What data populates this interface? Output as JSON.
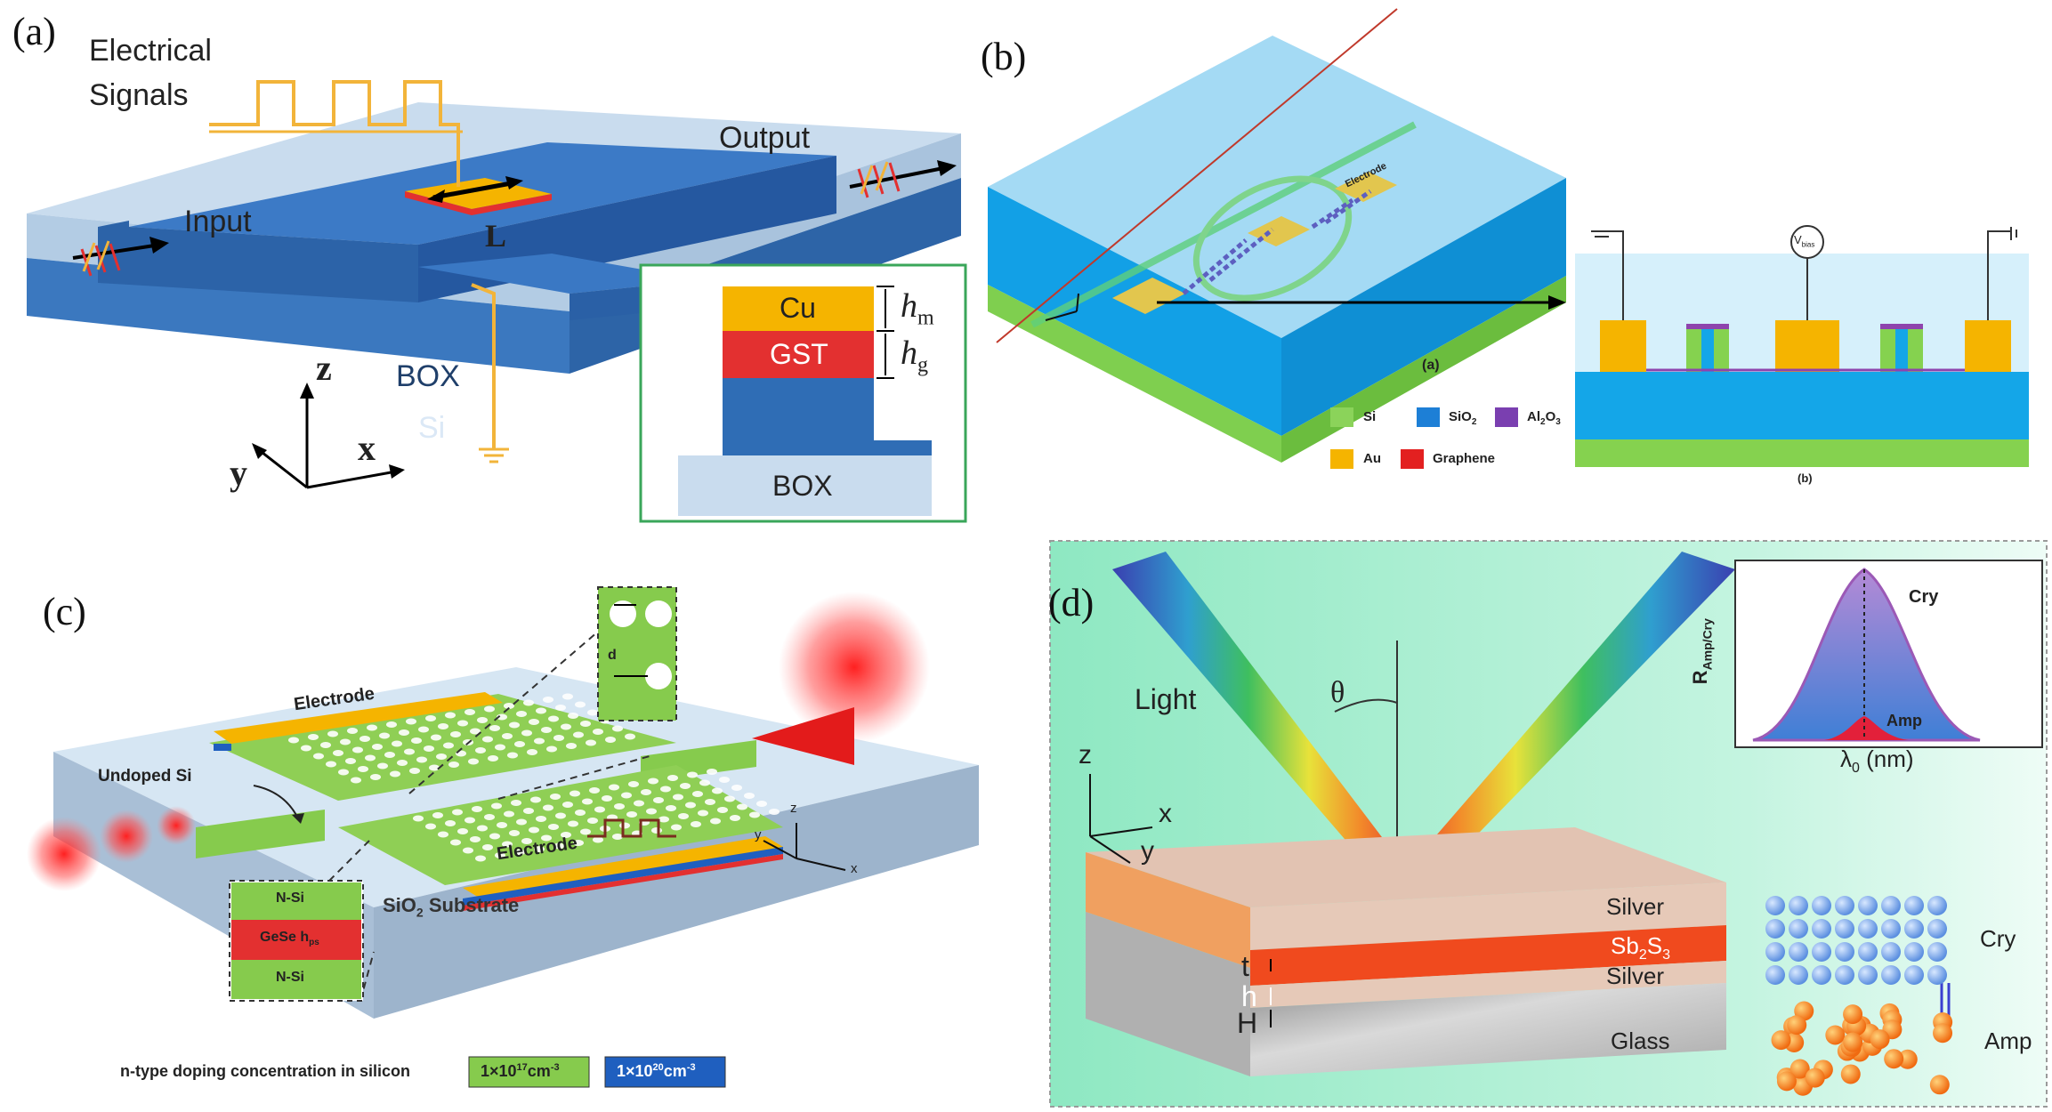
{
  "panel_a": {
    "label": "(a)",
    "electrical": "Electrical",
    "signals": "Signals",
    "output": "Output",
    "input": "Input",
    "L": "L",
    "box": "BOX",
    "si": "Si",
    "z": "z",
    "x": "x",
    "y": "y",
    "inset": {
      "cu": "Cu",
      "gst": "GST",
      "box": "BOX",
      "hm": "h",
      "hm_sub": "m",
      "hg": "h",
      "hg_sub": "g"
    },
    "colors": {
      "waveguide": "#2f6db5",
      "box": "#b9d3ea",
      "gold": "#f5b400",
      "gst": "#e33030"
    }
  },
  "panel_b": {
    "label": "(b)",
    "electrode": "Electrode",
    "sub_a": "(a)",
    "sub_b": "(b)",
    "vbias": "V",
    "vbias_sub": "bias",
    "legend": [
      {
        "name": "Si",
        "color": "#8bd35a"
      },
      {
        "name": "SiO",
        "sub": "2",
        "color": "#1d7fd6"
      },
      {
        "name": "Al",
        "sub": "2",
        "tail": "O",
        "sub2": "3",
        "color": "#7a3fb0"
      },
      {
        "name": "Au",
        "color": "#f5b400"
      },
      {
        "name": "Graphene",
        "color": "#e32020"
      }
    ]
  },
  "panel_c": {
    "label": "(c)",
    "electrode_top": "Electrode",
    "electrode_bottom": "Electrode",
    "undoped": "Undoped Si",
    "substrate": "SiO",
    "substrate_sub": "2",
    "substrate_tail": " Substrate",
    "stack": {
      "top": "N-Si",
      "mid": "GeSe",
      "mid_h": "h",
      "mid_h_sub": "ps",
      "bottom": "N-Si"
    },
    "inset_d": "d",
    "axes": {
      "z": "z",
      "y": "y",
      "x": "x"
    },
    "doping_label": "n-type doping concentration in silicon",
    "doping_1": "1×10",
    "doping_1_exp": "17",
    "doping_2": "1×10",
    "doping_2_exp": "20",
    "doping_unit": "cm",
    "doping_unit_exp": "-3",
    "colors": {
      "green": "#8bd35a",
      "blue": "#1f5fbf",
      "gold": "#f5b400"
    }
  },
  "panel_d": {
    "label": "(d)",
    "light": "Light",
    "theta": "θ",
    "z": "z",
    "x": "x",
    "y": "y",
    "t": "t",
    "h": "h",
    "H": "H",
    "silver_top": "Silver",
    "sb2s3": "Sb",
    "sb2s3_s1": "2",
    "sb2s3_mid": "S",
    "sb2s3_s2": "3",
    "silver_bottom": "Silver",
    "glass": "Glass",
    "inset": {
      "ylabel": "R",
      "ylabel_sub": "Amp/Cry",
      "xlabel": "λ",
      "xlabel_sub": "0",
      "xlabel_tail": " (nm)",
      "cry": "Cry",
      "amp": "Amp"
    },
    "cry": "Cry",
    "amp": "Amp",
    "colors": {
      "bg": "#aef0d2",
      "sb2s3": "#f04a1e",
      "silver": "#e6c9b8",
      "glass": "#bcbcbc"
    }
  }
}
